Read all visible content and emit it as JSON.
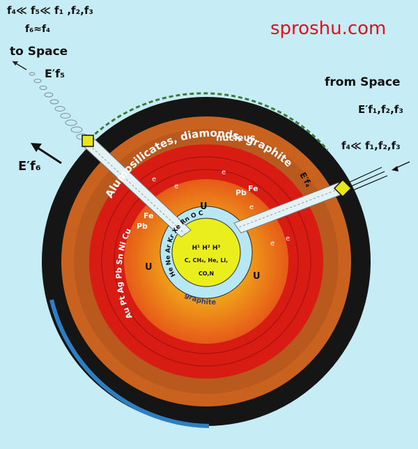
{
  "watermark": "sproshu.com",
  "top_left": {
    "line1": "f₄≪ f₅≪ f₁ ,f₂,f₃",
    "line2": "f₆≈f₄",
    "to_space": "to Space",
    "e_f5": "E′f₅",
    "e_f6": "E′f₆"
  },
  "top_right": {
    "from_space": "from Space",
    "e_f123": "E′f₁,f₂,f₃",
    "relation": "f₄≪ f₁,f₂,f₃",
    "e_f4": "E′f₄"
  },
  "layers": {
    "nucleus": "nucleus",
    "alumosilicates": "Alumosilicates, diamonds, graphite",
    "metals": "Au Pt Ag Pb Sn Ni Cu",
    "fe_left": "Fe",
    "pb_left": "Pb",
    "fe_right": "Fe",
    "pb_right": "Pb",
    "e_marks": [
      "e",
      "e",
      "e",
      "e",
      "e",
      "e"
    ],
    "u_marks": [
      "U",
      "U",
      "U"
    ],
    "gases": "He Ne Ar Kr Xe Rn O C",
    "graphite": "graphite"
  },
  "core": {
    "line1": "H¹ H² H³",
    "line2": "C, CH₄, He, Li,",
    "line3": "CO,N"
  },
  "colors": {
    "background": "#c6edf6",
    "crust": "#151515",
    "ocean": "#2d7fc3",
    "mantle": "#c8621e",
    "outer_core": "#d81c14",
    "inner_core": "#f0b21a",
    "gas_shell": "#b7e7f4",
    "core_center": "#e9ee1c",
    "watermark": "#e0101e"
  }
}
